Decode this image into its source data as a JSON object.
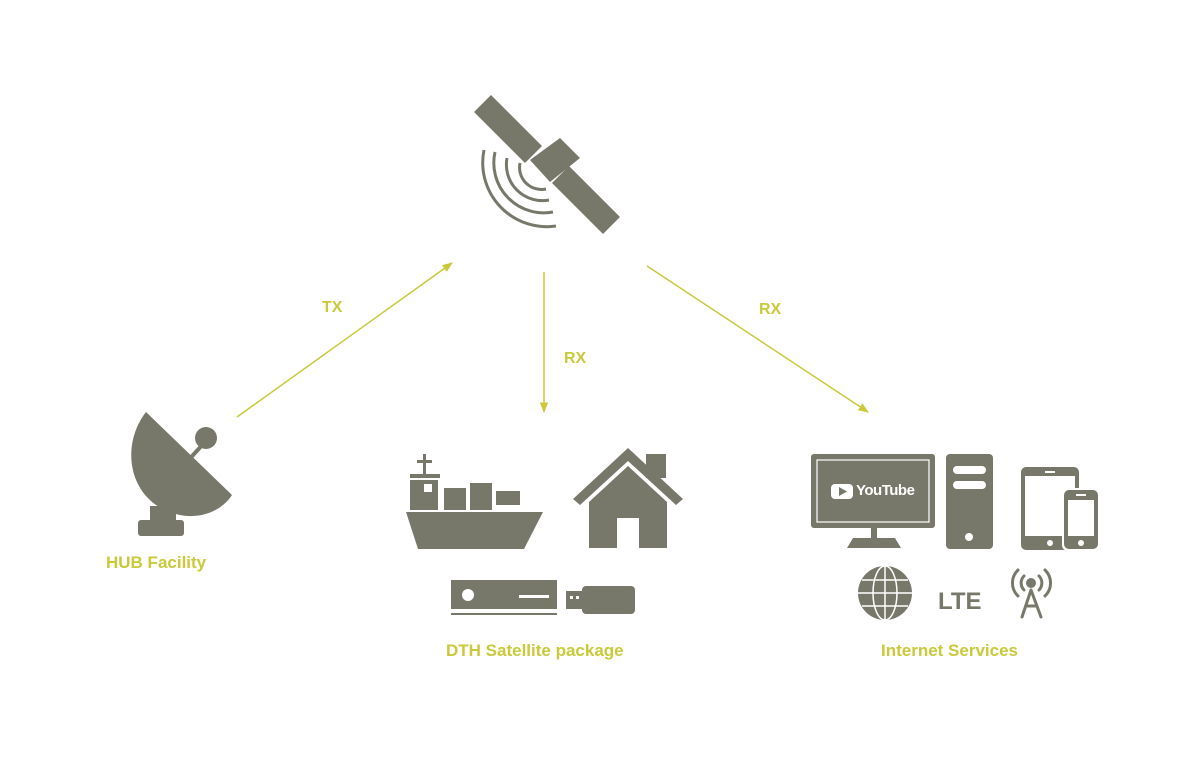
{
  "colors": {
    "icon": "#78786a",
    "accent": "#c9c93a",
    "background": "#ffffff",
    "screen_text": "#ffffff"
  },
  "links": {
    "tx_label": "TX",
    "rx_down_label": "RX",
    "rx_right_label": "RX"
  },
  "nodes": {
    "hub_label": "HUB Facility",
    "dth_label": "DTH Satellite package",
    "internet_label": "Internet Services"
  },
  "internet": {
    "screen_brand": "YouTube",
    "lte_text": "LTE"
  },
  "icons": [
    "satellite-icon",
    "satellite-dish-icon",
    "cargo-ship-icon",
    "house-icon",
    "set-top-box-icon",
    "usb-dongle-icon",
    "monitor-icon",
    "pc-tower-icon",
    "tablet-icon",
    "smartphone-icon",
    "globe-icon",
    "antenna-tower-icon"
  ]
}
